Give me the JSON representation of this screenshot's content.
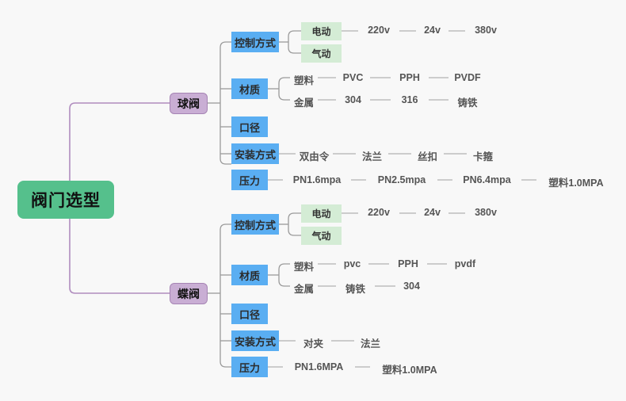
{
  "diagram": {
    "type": "mind-map",
    "background": "#f8f8f8",
    "colors": {
      "root": "#55c08c",
      "level1": "#c9aed4",
      "level1_border": "#a684b4",
      "level2": "#5aaef2",
      "level3": "#d4ecd5",
      "text": "#555555",
      "link_root": "#b08cbe",
      "link": "#9a9a9a",
      "link_leaf": "#bdbdbd"
    },
    "root": {
      "label": "阀门选型"
    },
    "branches": [
      {
        "label": "球阀",
        "categories": [
          {
            "label": "控制方式",
            "children": [
              {
                "label": "电动",
                "boxed": true,
                "leaves": [
                  "220v",
                  "24v",
                  "380v"
                ]
              },
              {
                "label": "气动",
                "boxed": true,
                "leaves": []
              }
            ]
          },
          {
            "label": "材质",
            "children": [
              {
                "label": "塑料",
                "boxed": false,
                "leaves": [
                  "PVC",
                  "PPH",
                  "PVDF"
                ]
              },
              {
                "label": "金属",
                "boxed": false,
                "leaves": [
                  "304",
                  "316",
                  "铸铁"
                ]
              }
            ]
          },
          {
            "label": "口径",
            "children": []
          },
          {
            "label": "安装方式",
            "children": [],
            "leaves": [
              "双由令",
              "法兰",
              "丝扣",
              "卡箍"
            ]
          },
          {
            "label": "压力",
            "children": [],
            "leaves": [
              "PN1.6mpa",
              "PN2.5mpa",
              "PN6.4mpa",
              "塑料1.0MPA"
            ]
          }
        ]
      },
      {
        "label": "蝶阀",
        "categories": [
          {
            "label": "控制方式",
            "children": [
              {
                "label": "电动",
                "boxed": true,
                "leaves": [
                  "220v",
                  "24v",
                  "380v"
                ]
              },
              {
                "label": "气动",
                "boxed": true,
                "leaves": []
              }
            ]
          },
          {
            "label": "材质",
            "children": [
              {
                "label": "塑料",
                "boxed": false,
                "leaves": [
                  "pvc",
                  "PPH",
                  "pvdf"
                ]
              },
              {
                "label": "金属",
                "boxed": false,
                "leaves": [
                  "铸铁",
                  "304"
                ]
              }
            ]
          },
          {
            "label": "口径",
            "children": []
          },
          {
            "label": "安装方式",
            "children": [],
            "leaves": [
              "对夹",
              "法兰"
            ]
          },
          {
            "label": "压力",
            "children": [],
            "leaves": [
              "PN1.6MPA",
              "塑料1.0MPA"
            ]
          }
        ]
      }
    ]
  }
}
